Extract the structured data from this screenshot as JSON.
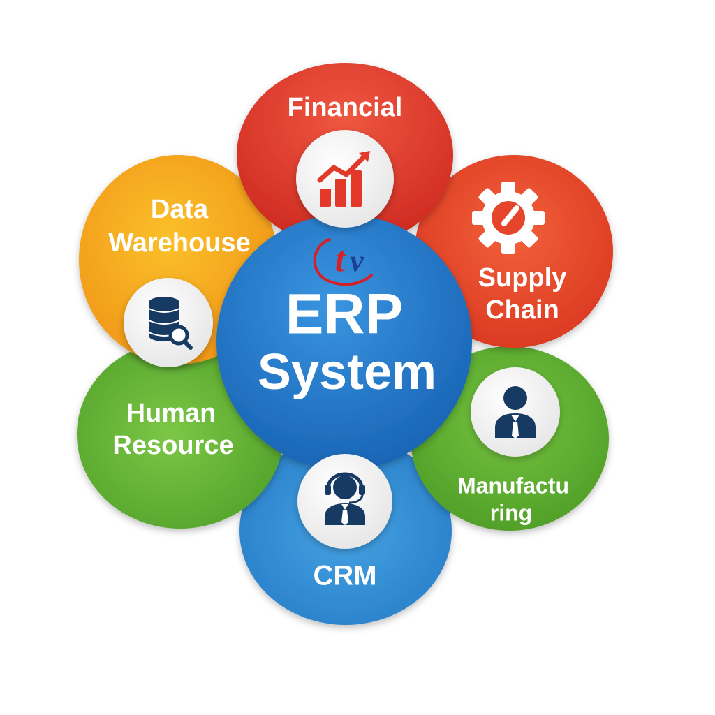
{
  "center": {
    "title_line1": "ERP",
    "title_line2": "System",
    "logo": {
      "text_t": "t",
      "text_v": "v",
      "colors": {
        "t": "#d61f26",
        "v": "#1c3f94",
        "swoosh": "#d61f26"
      }
    }
  },
  "modules": {
    "financial": {
      "line1": "Financial",
      "icon": "growth-chart-icon"
    },
    "supply_chain": {
      "line1": "Supply",
      "line2": "Chain",
      "icon": "gear-icon"
    },
    "manufacturing": {
      "line1": "Manufactu",
      "line2": "ring",
      "icon": "businessman-icon"
    },
    "crm": {
      "line1": "CRM",
      "icon": "headset-agent-icon"
    },
    "human_resource": {
      "line1": "Human",
      "line2": "Resource"
    },
    "data_warehouse": {
      "line1": "Data",
      "line2": "Warehouse",
      "icon": "database-search-icon"
    }
  },
  "colors": {
    "financial": "#e2392a",
    "supply_chain": "#ea4a2a",
    "manufacturing": "#5aae2f",
    "crm": "#2f8fd6",
    "human_resource": "#5fb237",
    "data_warehouse": "#f2a91e",
    "center": "#1f78cc",
    "icon_navy": "#173a63",
    "icon_red": "#e2392a",
    "icon_orange": "#ea4a2a"
  }
}
